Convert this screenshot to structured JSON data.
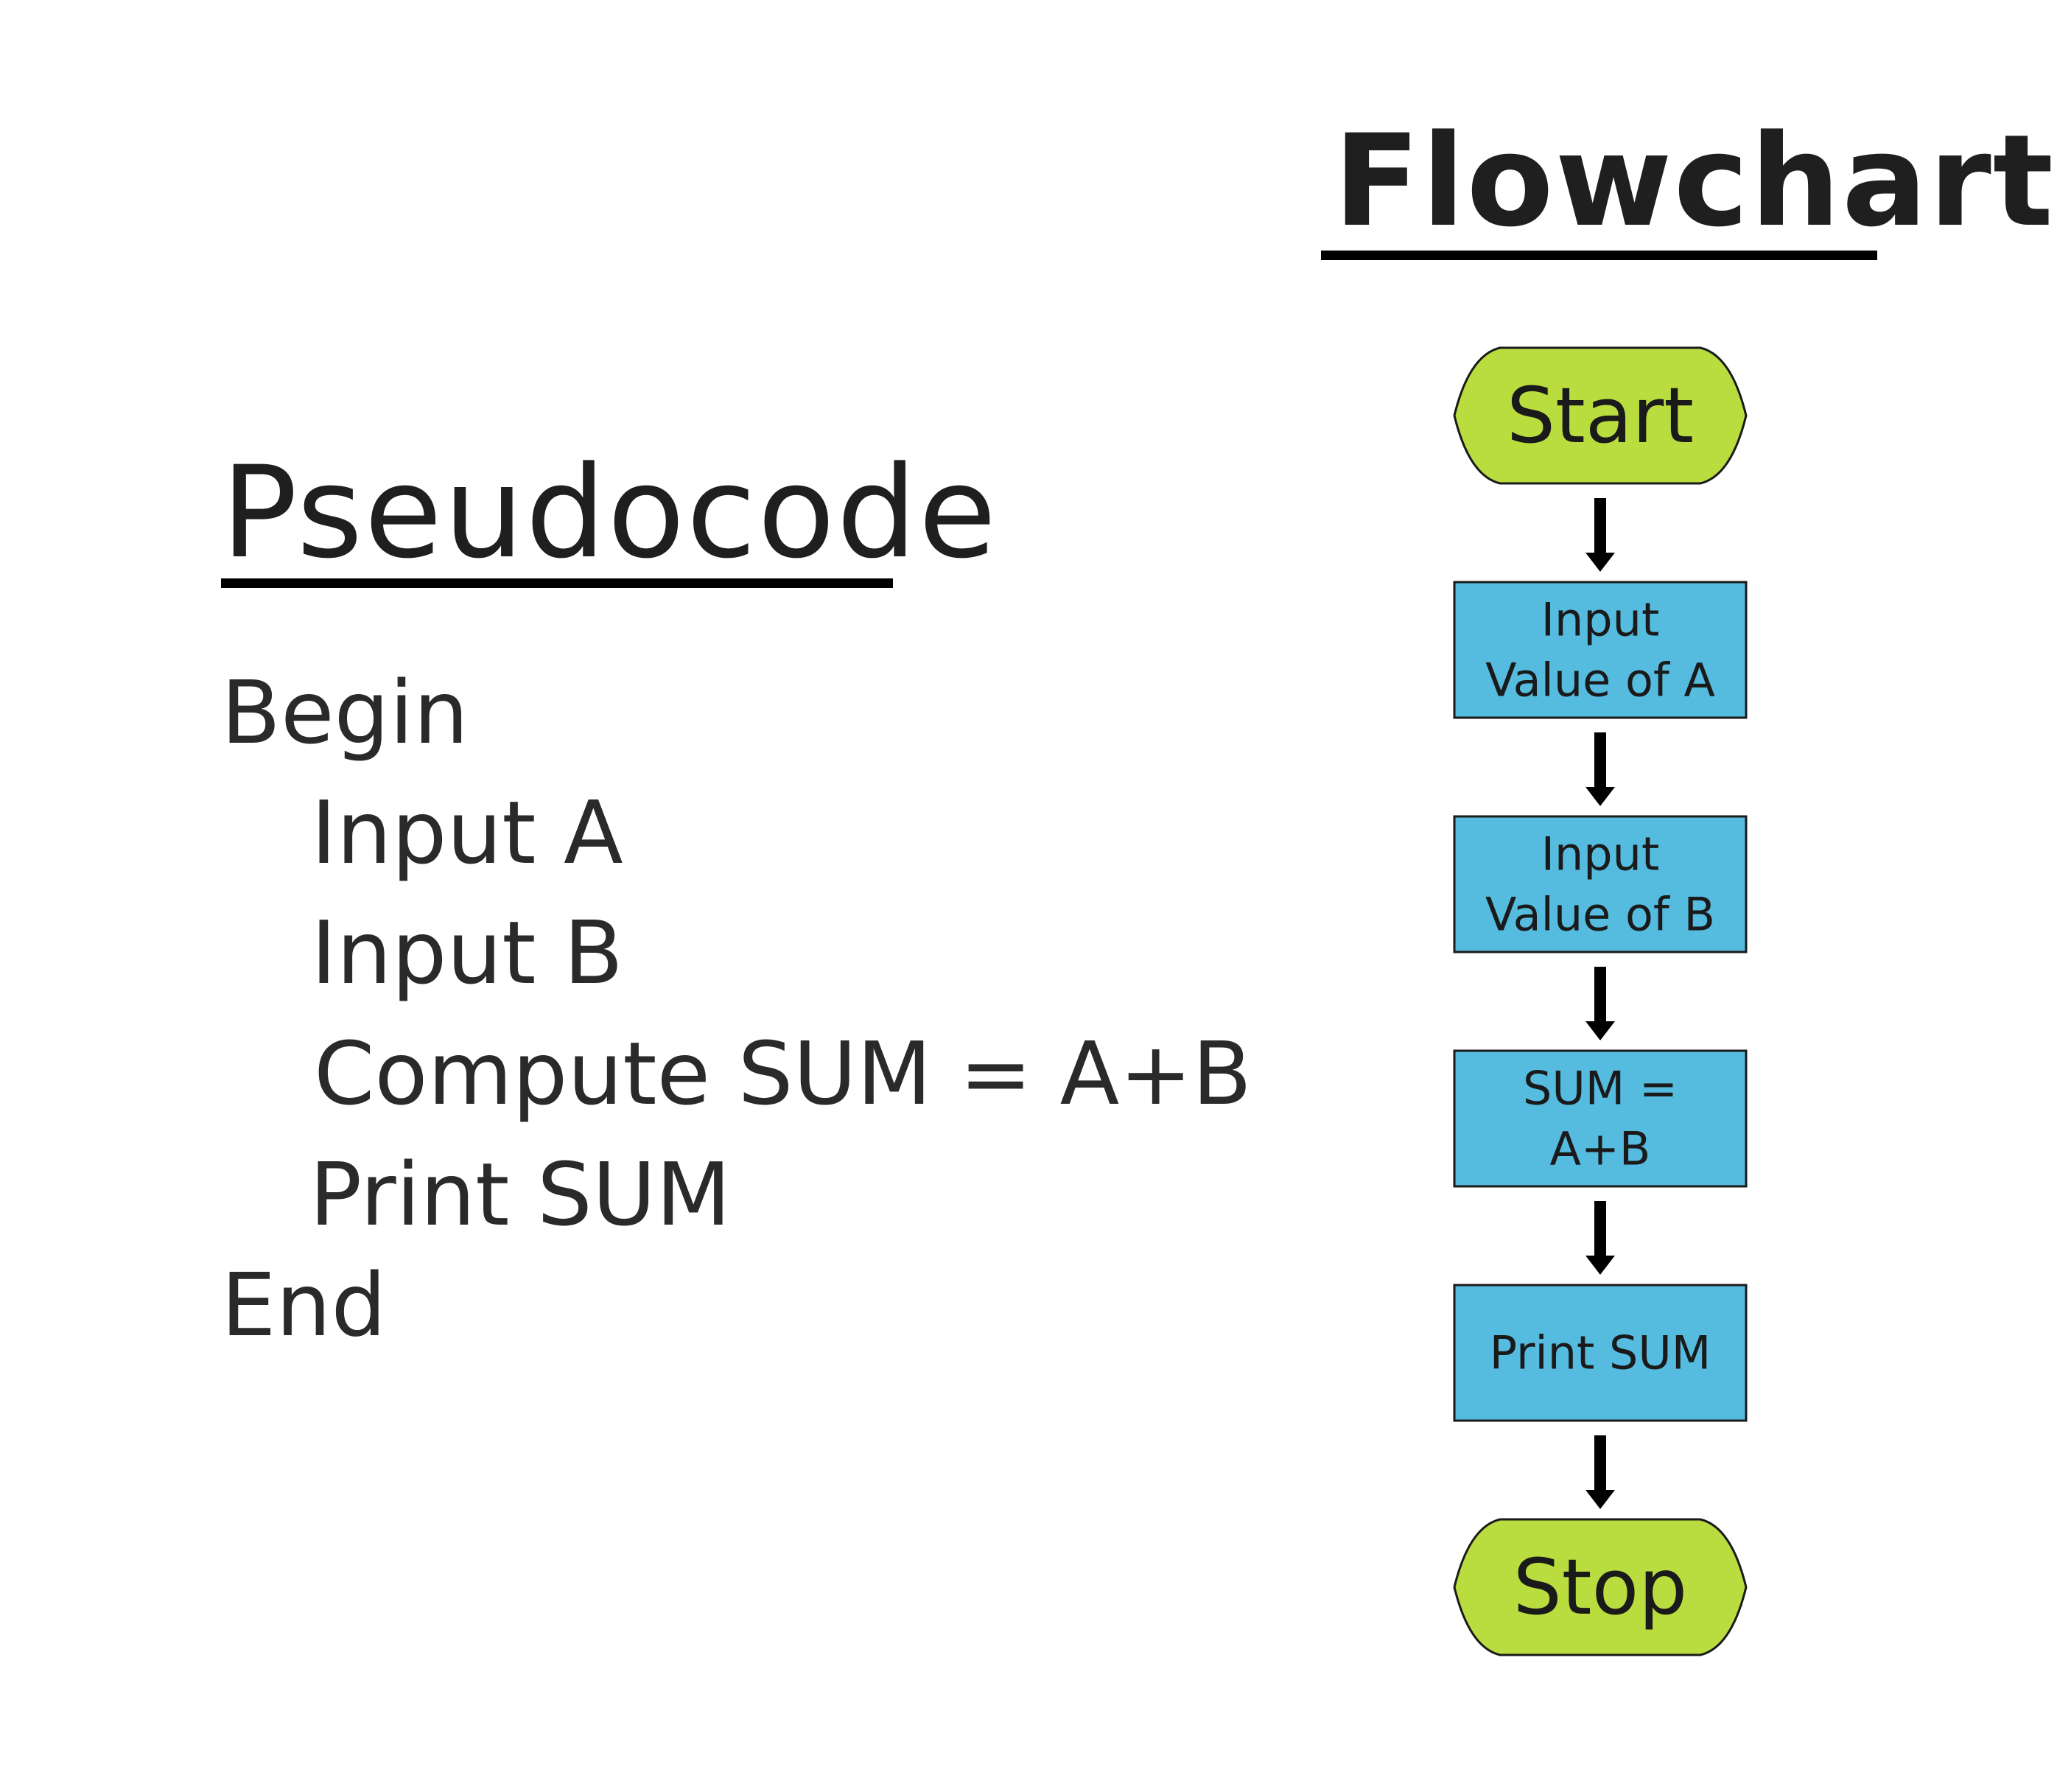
{
  "pseudocode": {
    "title": "Pseudocode",
    "lines": [
      "Begin",
      "Input A",
      "Input B",
      "Compute SUM = A+B",
      "Print SUM",
      "End"
    ]
  },
  "flowchart": {
    "title": "Flowchart",
    "nodes": [
      {
        "shape": "terminal",
        "lines": [
          "Start"
        ]
      },
      {
        "shape": "process",
        "lines": [
          "Input",
          "Value of A"
        ]
      },
      {
        "shape": "process",
        "lines": [
          "Input",
          "Value of B"
        ]
      },
      {
        "shape": "process",
        "lines": [
          "SUM =",
          "A+B"
        ]
      },
      {
        "shape": "process",
        "lines": [
          "Print SUM"
        ]
      },
      {
        "shape": "terminal",
        "lines": [
          "Stop"
        ]
      }
    ],
    "colors": {
      "terminal": "#b9dd3f",
      "process": "#55bbdf",
      "stroke": "#1a1a1a",
      "arrow": "#000000"
    }
  }
}
